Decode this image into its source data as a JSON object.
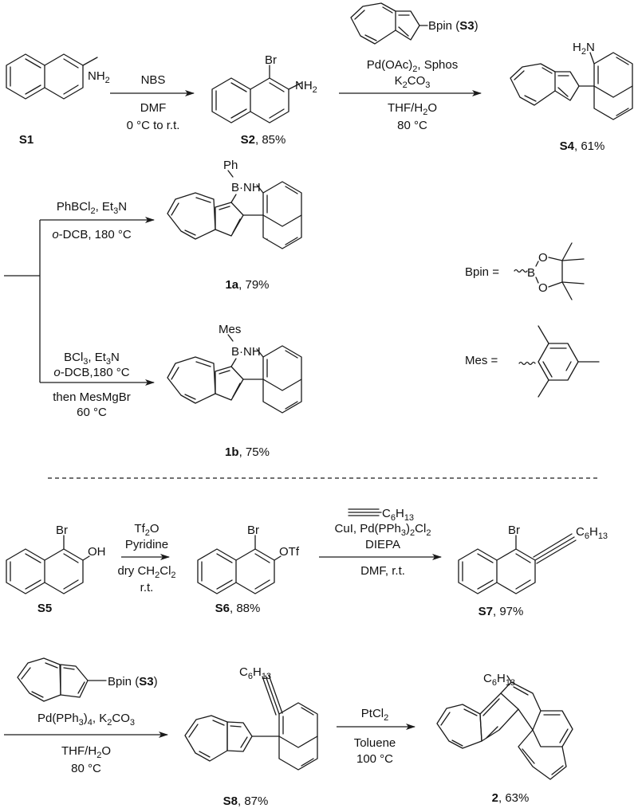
{
  "scheme": {
    "top_section": {
      "step1": {
        "reactant": {
          "id": "S1",
          "substituents": [
            "NH2"
          ]
        },
        "reagents_above": [
          "NBS"
        ],
        "reagents_below": [
          "DMF",
          "0 °C to r.t."
        ],
        "product": {
          "id": "S2",
          "yield": "85%",
          "substituents": [
            "Br",
            "NH2"
          ]
        }
      },
      "step2": {
        "reagent_structure": {
          "label": "Bpin",
          "id": "S3"
        },
        "reagents_above": [
          "Pd(OAc)2, Sphos",
          "K2CO3"
        ],
        "reagents_below": [
          "THF/H2O",
          "80 °C"
        ],
        "product": {
          "id": "S4",
          "yield": "61%",
          "substituents": [
            "H2N"
          ]
        }
      },
      "branch_a": {
        "reagents_above": [
          "PhBCl2, Et3N"
        ],
        "reagents_below": [
          "o-DCB, 180 °C"
        ],
        "product": {
          "id": "1a",
          "yield": "79%",
          "labels": [
            "Ph",
            "B",
            "NH"
          ]
        }
      },
      "branch_b": {
        "reagents_above": [
          "BCl3, Et3N",
          "o-DCB,180 °C"
        ],
        "reagents_below": [
          "then MesMgBr",
          "60 °C"
        ],
        "product": {
          "id": "1b",
          "yield": "75%",
          "labels": [
            "Mes",
            "B",
            "NH"
          ]
        }
      },
      "legend": {
        "bpin": {
          "label": "Bpin =",
          "atoms": [
            "B",
            "O",
            "O"
          ]
        },
        "mes": {
          "label": "Mes ="
        }
      }
    },
    "bottom_section": {
      "step1": {
        "reactant": {
          "id": "S5",
          "substituents": [
            "Br",
            "OH"
          ]
        },
        "reagents_above": [
          "Tf2O",
          "Pyridine"
        ],
        "reagents_below": [
          "dry CH2Cl2",
          "r.t."
        ],
        "product": {
          "id": "S6",
          "yield": "88%",
          "substituents": [
            "Br",
            "OTf"
          ]
        }
      },
      "step2": {
        "reagents_above": [
          "C6H13 (terminal alkyne)",
          "CuI, Pd(PPh3)2Cl2",
          "DIEPA"
        ],
        "reagents_below": [
          "DMF, r.t."
        ],
        "product": {
          "id": "S7",
          "yield": "97%",
          "substituents": [
            "Br",
            "C6H13"
          ]
        }
      },
      "step3": {
        "reagent_structure": {
          "label": "Bpin",
          "id": "S3"
        },
        "reagents_above": [
          "Pd(PPh3)4, K2CO3"
        ],
        "reagents_below": [
          "THF/H2O",
          "80 °C"
        ],
        "product": {
          "id": "S8",
          "yield": "87%",
          "substituents": [
            "C6H13"
          ]
        }
      },
      "step4": {
        "reagents_above": [
          "PtCl2"
        ],
        "reagents_below": [
          "Toluene",
          "100 °C"
        ],
        "product": {
          "id": "2",
          "yield": "63%",
          "substituents": [
            "C6H13"
          ]
        }
      }
    }
  }
}
